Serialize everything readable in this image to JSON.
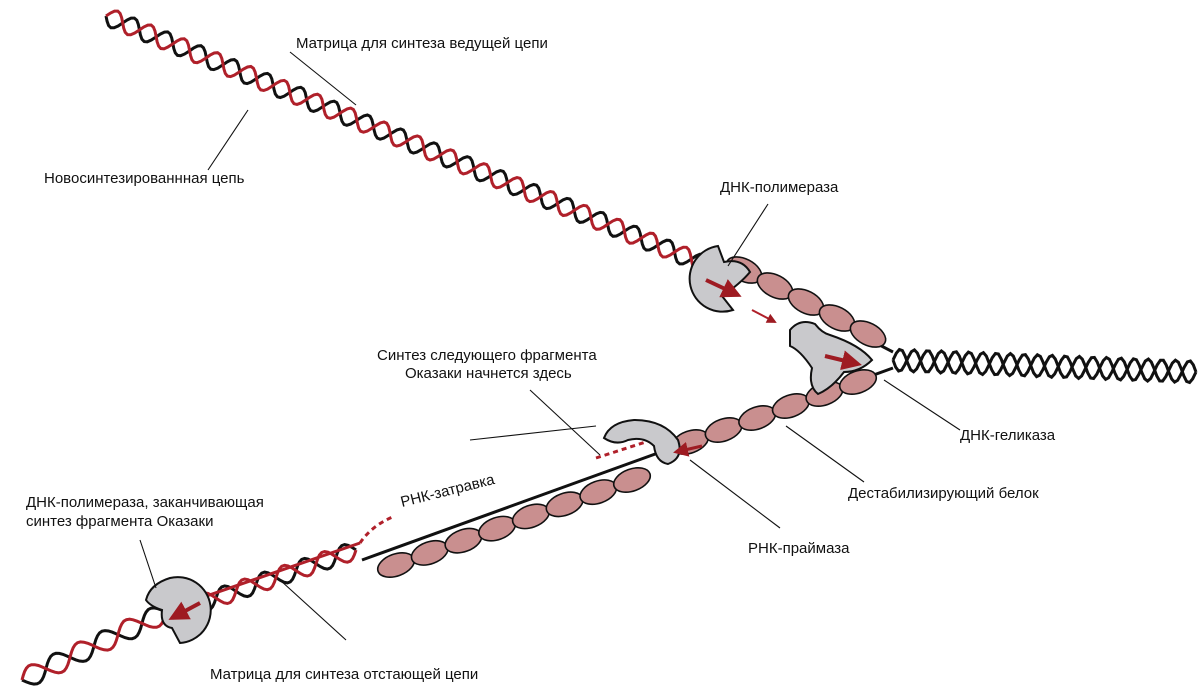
{
  "labels": {
    "leading_template": "Матрица для синтеза ведущей цепи",
    "new_strand": "Новосинтезированнная цепь",
    "dna_polymerase": "ДНК-полимераза",
    "next_fragment_line1": "Синтез следующего фрагмента",
    "next_fragment_line2": "Оказаки начнется здесь",
    "helicase": "ДНК-геликаза",
    "destabilizing_protein": "Дестабилизирующий белок",
    "rna_primer": "РНК-затравка",
    "rna_primase": "РНК-праймаза",
    "polymerase_finishing_line1": "ДНК-полимераза, заканчивающая",
    "polymerase_finishing_line2": "синтез фрагмента Оказаки",
    "lagging_template": "Матрица для синтеза отстающей цепи"
  },
  "colors": {
    "template_strand": "#111111",
    "new_strand": "#b0202a",
    "protein_fill": "#c9c9cc",
    "ssb_fill": "#c98f8f",
    "arrow": "#9e1b22"
  }
}
